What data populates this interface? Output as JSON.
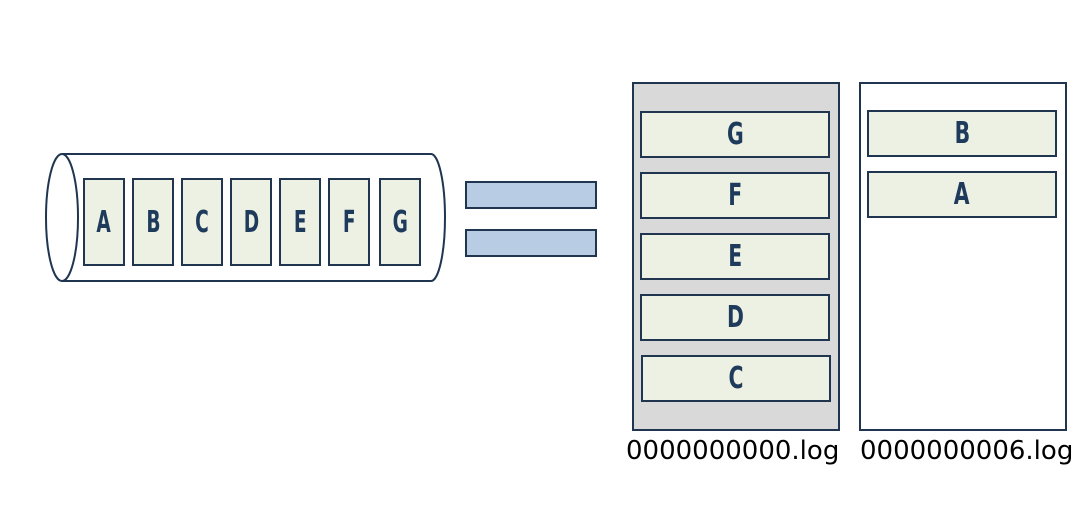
{
  "queue": {
    "messages": [
      "A",
      "B",
      "C",
      "D",
      "E",
      "F",
      "G"
    ]
  },
  "segments": [
    {
      "file_name": "0000000000.log",
      "messages": [
        "G",
        "F",
        "E",
        "D",
        "C"
      ],
      "state": "full"
    },
    {
      "file_name": "0000000006.log",
      "messages": [
        "B",
        "A"
      ],
      "state": "active"
    }
  ],
  "colors": {
    "cell_fill": "#edf1e3",
    "outline": "#1f3550",
    "letter": "#1f3b5c",
    "full_segment_fill": "#d9d9d9",
    "equals_fill": "#b8cce4"
  }
}
